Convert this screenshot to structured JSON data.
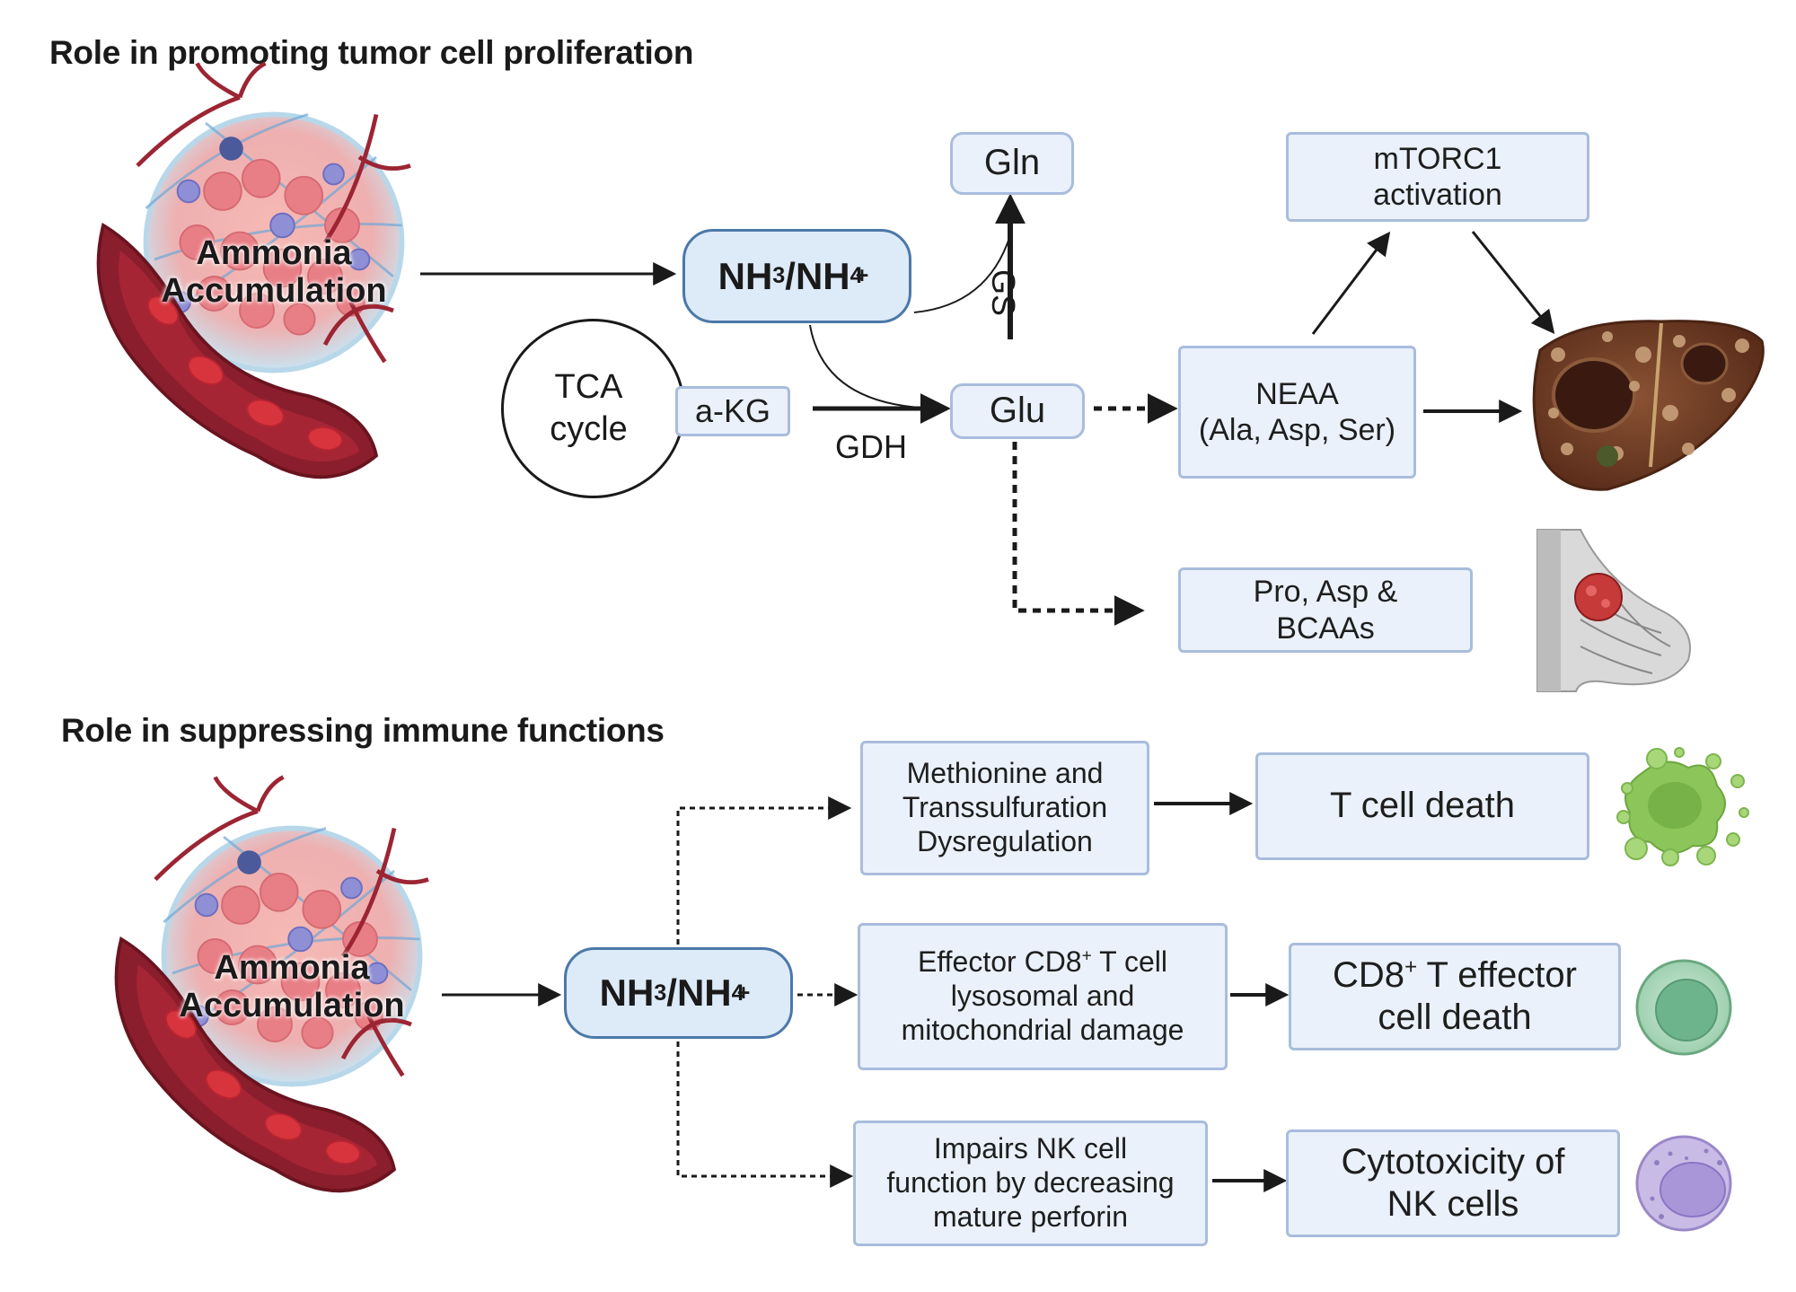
{
  "sections": {
    "top_title": "Role in promoting tumor cell proliferation",
    "bottom_title": "Role in suppressing immune functions"
  },
  "top": {
    "ammonia_line1": "Ammonia",
    "ammonia_line2": "Accumulation",
    "nh_main": "NH",
    "nh_sub1": "3",
    "nh_mid": "/NH",
    "nh_sub2": "4",
    "nh_sup": "+",
    "gln": "Gln",
    "gs": "GS",
    "tca_line1": "TCA",
    "tca_line2": "cycle",
    "akg": "a-KG",
    "gdh": "GDH",
    "glu": "Glu",
    "mtorc1_line1": "mTORC1",
    "mtorc1_line2": "activation",
    "neaa_line1": "NEAA",
    "neaa_line2": "(Ala, Asp, Ser)",
    "pro_line1": "Pro, Asp &",
    "pro_line2": "BCAAs"
  },
  "bottom": {
    "ammonia_line1": "Ammonia",
    "ammonia_line2": "Accumulation",
    "nh_main": "NH",
    "nh_sub1": "3",
    "nh_mid": "/NH",
    "nh_sub2": "4",
    "nh_sup": "+",
    "methionine": [
      "Methionine and",
      "Transsulfuration",
      "Dysregulation"
    ],
    "tcell_death": "T cell death",
    "effector_line1_pre": "Effector CD8",
    "effector_line1_sup": "+",
    "effector_line1_post": " T cell",
    "effector_line2": "lysosomal and",
    "effector_line3": "mitochondrial damage",
    "cd8_line1_pre": "CD8",
    "cd8_line1_sup": "+",
    "cd8_line1_post": " T effector",
    "cd8_line2": "cell death",
    "nk": [
      "Impairs NK cell",
      "function by decreasing",
      "mature perforin"
    ],
    "cyto_line1": "Cytotoxicity of",
    "cyto_line2": "NK cells"
  },
  "colors": {
    "box_fill": "#eaf1fb",
    "box_border": "#a9bddc",
    "nh_fill": "#ddeaf8",
    "nh_border": "#4b78a8",
    "vessel": "#8b1e2c",
    "rbc": "#d8343e",
    "tumor": "#f2a6a6",
    "liver": "#6b3a24",
    "tcell_green": "#8cc55a",
    "cd8_green": "#7fba98",
    "nk_purple": "#b7a6dc"
  },
  "icons": [
    "tumor-vessel-icon",
    "liver-tumor-icon",
    "breast-tumor-icon",
    "dying-t-cell-icon",
    "cd8-t-cell-icon",
    "nk-cell-icon"
  ]
}
